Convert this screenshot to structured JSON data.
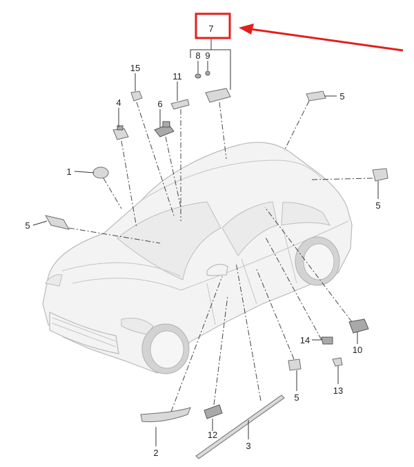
{
  "callouts": {
    "c1": "1",
    "c2": "2",
    "c3": "3",
    "c4": "4",
    "c5a": "5",
    "c5b": "5",
    "c5c": "5",
    "c5d": "5",
    "c6": "6",
    "c7": "7",
    "c8": "8",
    "c9": "9",
    "c10": "10",
    "c11": "11",
    "c12": "12",
    "c13": "13",
    "c14": "14",
    "c15": "15"
  },
  "highlight": {
    "box_color": "#e0201c",
    "arrow_color": "#e0201c"
  }
}
